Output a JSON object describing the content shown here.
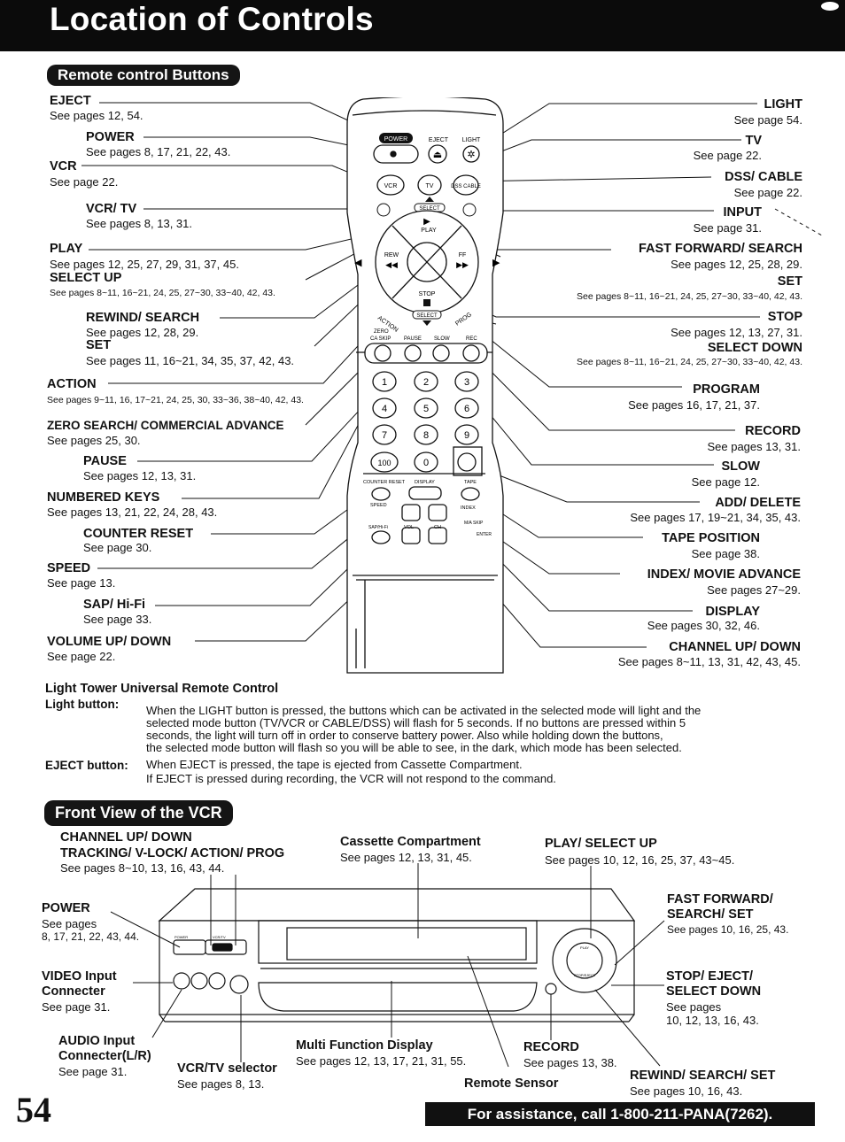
{
  "header": {
    "title": "Location of Controls"
  },
  "remote_section": {
    "heading": "Remote control Buttons",
    "remote_labels": {
      "power": "POWER",
      "eject": "EJECT",
      "light": "LIGHT",
      "vcr": "VCR",
      "tv": "TV",
      "dss": "DSS CABLE",
      "select": "SELECT",
      "play": "PLAY",
      "rew": "REW",
      "ff": "FF",
      "stop": "STOP",
      "action": "ACTION",
      "prog": "PROG",
      "select2": "SELECT",
      "zero": "ZERO",
      "ca_skip": "CA SKIP",
      "pause": "PAUSE",
      "slow": "SLOW",
      "rec": "REC",
      "counter_reset": "COUNTER RESET",
      "display": "DISPLAY",
      "tape": "TAPE",
      "speed": "SPEED",
      "index": "INDEX",
      "sap_hifi": "SAP/Hi-Fi",
      "vol": "VOL",
      "ch": "CH",
      "ma_skip": "M/A SKIP",
      "enter": "ENTER",
      "keys": [
        "1",
        "2",
        "3",
        "4",
        "5",
        "6",
        "7",
        "8",
        "9",
        "100",
        "0"
      ]
    },
    "left_callouts": [
      {
        "label": "EJECT",
        "pages": "See pages 12, 54."
      },
      {
        "label": "POWER",
        "pages": "See pages 8, 17, 21, 22, 43."
      },
      {
        "label": "VCR",
        "pages": "See page 22."
      },
      {
        "label": "VCR/ TV",
        "pages": "See pages 8, 13, 31."
      },
      {
        "label": "PLAY",
        "pages": "See pages 12, 25, 27, 29, 31, 37, 45."
      },
      {
        "label": "SELECT UP",
        "pages": "See pages 8~11, 16~21, 24, 25, 27~30, 33~40, 42, 43."
      },
      {
        "label": "REWIND/ SEARCH",
        "pages": "See pages 12, 28, 29."
      },
      {
        "label": "SET",
        "pages": "See pages 11, 16~21, 34, 35, 37, 42, 43."
      },
      {
        "label": "ACTION",
        "pages": "See pages 9~11, 16, 17~21, 24, 25, 30, 33~36, 38~40, 42, 43."
      },
      {
        "label": "ZERO SEARCH/ COMMERCIAL ADVANCE",
        "pages": "See pages 25, 30."
      },
      {
        "label": "PAUSE",
        "pages": "See pages 12, 13, 31."
      },
      {
        "label": "NUMBERED KEYS",
        "pages": "See pages 13, 21, 22, 24, 28, 43."
      },
      {
        "label": "COUNTER RESET",
        "pages": "See page 30."
      },
      {
        "label": "SPEED",
        "pages": "See page 13."
      },
      {
        "label": "SAP/ Hi-Fi",
        "pages": "See page 33."
      },
      {
        "label": "VOLUME UP/ DOWN",
        "pages": "See page 22."
      }
    ],
    "right_callouts": [
      {
        "label": "LIGHT",
        "pages": "See page 54."
      },
      {
        "label": "TV",
        "pages": "See page 22."
      },
      {
        "label": "DSS/ CABLE",
        "pages": "See page 22."
      },
      {
        "label": "INPUT",
        "pages": "See page 31."
      },
      {
        "label": "FAST FORWARD/ SEARCH",
        "pages": "See pages 12, 25, 28, 29."
      },
      {
        "label": "SET",
        "pages": "See pages 8~11, 16~21, 24, 25, 27~30, 33~40, 42, 43."
      },
      {
        "label": "STOP",
        "pages": "See pages 12, 13, 27, 31."
      },
      {
        "label": "SELECT DOWN",
        "pages": "See pages 8~11, 16~21, 24, 25, 27~30, 33~40, 42, 43."
      },
      {
        "label": "PROGRAM",
        "pages": "See pages 16, 17, 21, 37."
      },
      {
        "label": "RECORD",
        "pages": "See pages 13, 31."
      },
      {
        "label": "SLOW",
        "pages": "See page 12."
      },
      {
        "label": "ADD/ DELETE",
        "pages": "See pages 17, 19~21, 34, 35, 43."
      },
      {
        "label": "TAPE POSITION",
        "pages": "See page 38."
      },
      {
        "label": "INDEX/ MOVIE ADVANCE",
        "pages": "See pages 27~29."
      },
      {
        "label": "DISPLAY",
        "pages": "See pages 30, 32, 46."
      },
      {
        "label": "CHANNEL UP/ DOWN",
        "pages": "See pages 8~11, 13, 31, 42, 43, 45."
      }
    ],
    "description": {
      "title": "Light Tower Universal Remote Control",
      "light_head": "Light button:",
      "light_lines": [
        "When the LIGHT button is pressed, the buttons which can be activated in the selected mode will light and the",
        "selected mode button (TV/VCR or CABLE/DSS) will flash for 5 seconds. If no buttons are pressed within 5",
        "seconds, the light will turn off in order to conserve battery power. Also while holding down the buttons,",
        "the selected mode button will flash so you will be able to see, in the dark, which mode has been selected."
      ],
      "eject_head": "EJECT button:",
      "eject_lines": [
        "When EJECT is pressed, the tape is ejected from Cassette Compartment.",
        "If EJECT is pressed during recording, the VCR will not respond to the command."
      ]
    }
  },
  "vcr_section": {
    "heading": "Front View of the VCR",
    "callouts": {
      "channel": {
        "label_lines": [
          "CHANNEL UP/ DOWN",
          "TRACKING/ V-LOCK/ ACTION/ PROG"
        ],
        "pages": "See pages 8~10, 13, 16, 43, 44."
      },
      "cassette": {
        "label": "Cassette Compartment",
        "pages": "See pages 12, 13, 31, 45."
      },
      "play": {
        "label": "PLAY/ SELECT UP",
        "pages": "See pages 10, 12, 16, 25, 37, 43~45."
      },
      "power": {
        "label": "POWER",
        "pages_lines": [
          "See pages",
          "8, 17, 21, 22, 43, 44."
        ]
      },
      "ff": {
        "label_lines": [
          "FAST FORWARD/",
          "SEARCH/ SET"
        ],
        "pages": "See pages 10, 16, 25, 43."
      },
      "video": {
        "label_lines": [
          "VIDEO Input",
          "Connecter"
        ],
        "pages": "See page 31."
      },
      "stop": {
        "label_lines": [
          "STOP/ EJECT/",
          "SELECT DOWN"
        ],
        "pages_lines": [
          "See pages",
          "10, 12, 13, 16, 43."
        ]
      },
      "audio": {
        "label_lines": [
          "AUDIO Input",
          "Connecter(L/R)"
        ],
        "pages": "See page 31."
      },
      "vcrtv": {
        "label": "VCR/TV selector",
        "pages": "See pages 8, 13."
      },
      "mfd": {
        "label": "Multi Function Display",
        "pages": "See pages 12, 13, 17, 21, 31, 55."
      },
      "record": {
        "label": "RECORD",
        "pages": "See pages 13, 38."
      },
      "sensor": {
        "label": "Remote Sensor"
      },
      "rewind": {
        "label": "REWIND/ SEARCH/ SET",
        "pages": "See pages 10, 16, 43."
      }
    },
    "panel_labels": {
      "power": "POWER",
      "vcr_tv": "VCR/TV",
      "play": "PLAY",
      "stop": "STOP/EJECT"
    }
  },
  "footer": {
    "page_number": "54",
    "assistance": "For assistance, call 1-800-211-PANA(7262)."
  }
}
